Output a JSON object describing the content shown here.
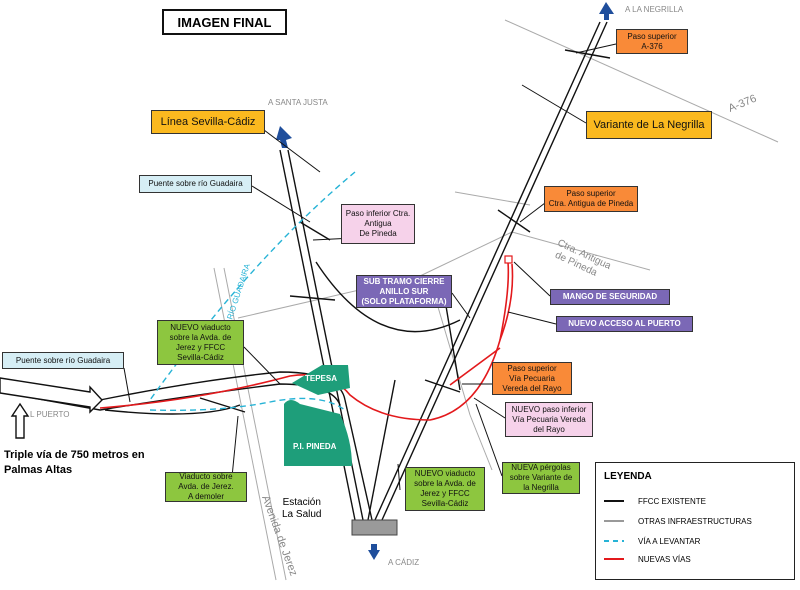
{
  "title": "IMAGEN FINAL",
  "directions": {
    "north": "A LA NEGRILLA",
    "santa_justa": "A SANTA JUSTA",
    "south": "A CÁDIZ",
    "west": "L PUERTO"
  },
  "road_labels": {
    "a376": "A-376",
    "ctra_antigua": "Ctra. Antigua\nde Pineda",
    "rio_guadaira": "RÍO GUADAIRA",
    "avenida_jerez": "Avenida de Jerez"
  },
  "boxes": {
    "paso_superior_a376": "Paso superior\nA-376",
    "variante_negrilla": "Variante de La Negrilla",
    "linea_sevilla_cadiz": "Línea Sevilla-Cádiz",
    "puente_guadaira_top": "Puente sobre río Guadaira",
    "paso_inferior_pineda": "Paso inferior Ctra.\nAntigua\nDe Pineda",
    "paso_superior_pineda": "Paso superior\nCtra. Antigua de Pineda",
    "sub_tramo": "SUB TRAMO CIERRE\nANILLO SUR\n(SOLO PLATAFORMA)",
    "mango_seguridad": "MANGO DE SEGURIDAD",
    "nuevo_acceso": "NUEVO ACCESO AL PUERTO",
    "nuevo_viaducto_top": "NUEVO viaducto\nsobre la Avda. de\nJerez y FFCC\nSevilla-Cádiz",
    "puente_guadaira_left": "Puente sobre río Guadaira",
    "paso_superior_vereda": "Paso superior\nVía Pecuaria\nVereda del Rayo",
    "nuevo_paso_inferior": "NUEVO paso inferior\nVía Pecuaria Vereda\ndel Rayo",
    "viaducto_demoler": "Viaducto sobre\nAvda. de Jerez.\nA demoler",
    "nuevo_viaducto_bottom": "NUEVO viaducto\nsobre la Avda. de\nJerez y FFCC\nSevilla-Cádiz",
    "nueva_pergolas": "NUEVA pérgolas\nsobre Variante de\nla Negrilla"
  },
  "areas": {
    "tepesa": "TEPESA",
    "pi_pineda": "P.I. PINEDA"
  },
  "station": "Estación\nLa Salud",
  "note": "Triple vía de 750 metros en Palmas Altas",
  "legend": {
    "title": "LEYENDA",
    "items": [
      {
        "label": "FFCC EXISTENTE",
        "color": "#111111",
        "style": "solid"
      },
      {
        "label": "OTRAS INFRAESTRUCTURAS",
        "color": "#999999",
        "style": "solid"
      },
      {
        "label": "VÍA A LEVANTAR",
        "color": "#27b3d6",
        "style": "dashed"
      },
      {
        "label": "NUEVAS VÍAS",
        "color": "#e3191c",
        "style": "solid"
      }
    ]
  },
  "colors": {
    "existing": "#111111",
    "other": "#aaaaaa",
    "removed": "#27b3d6",
    "new": "#e3191c",
    "area_green": "#1e9e7a",
    "arrow_blue": "#1f4e9c"
  }
}
